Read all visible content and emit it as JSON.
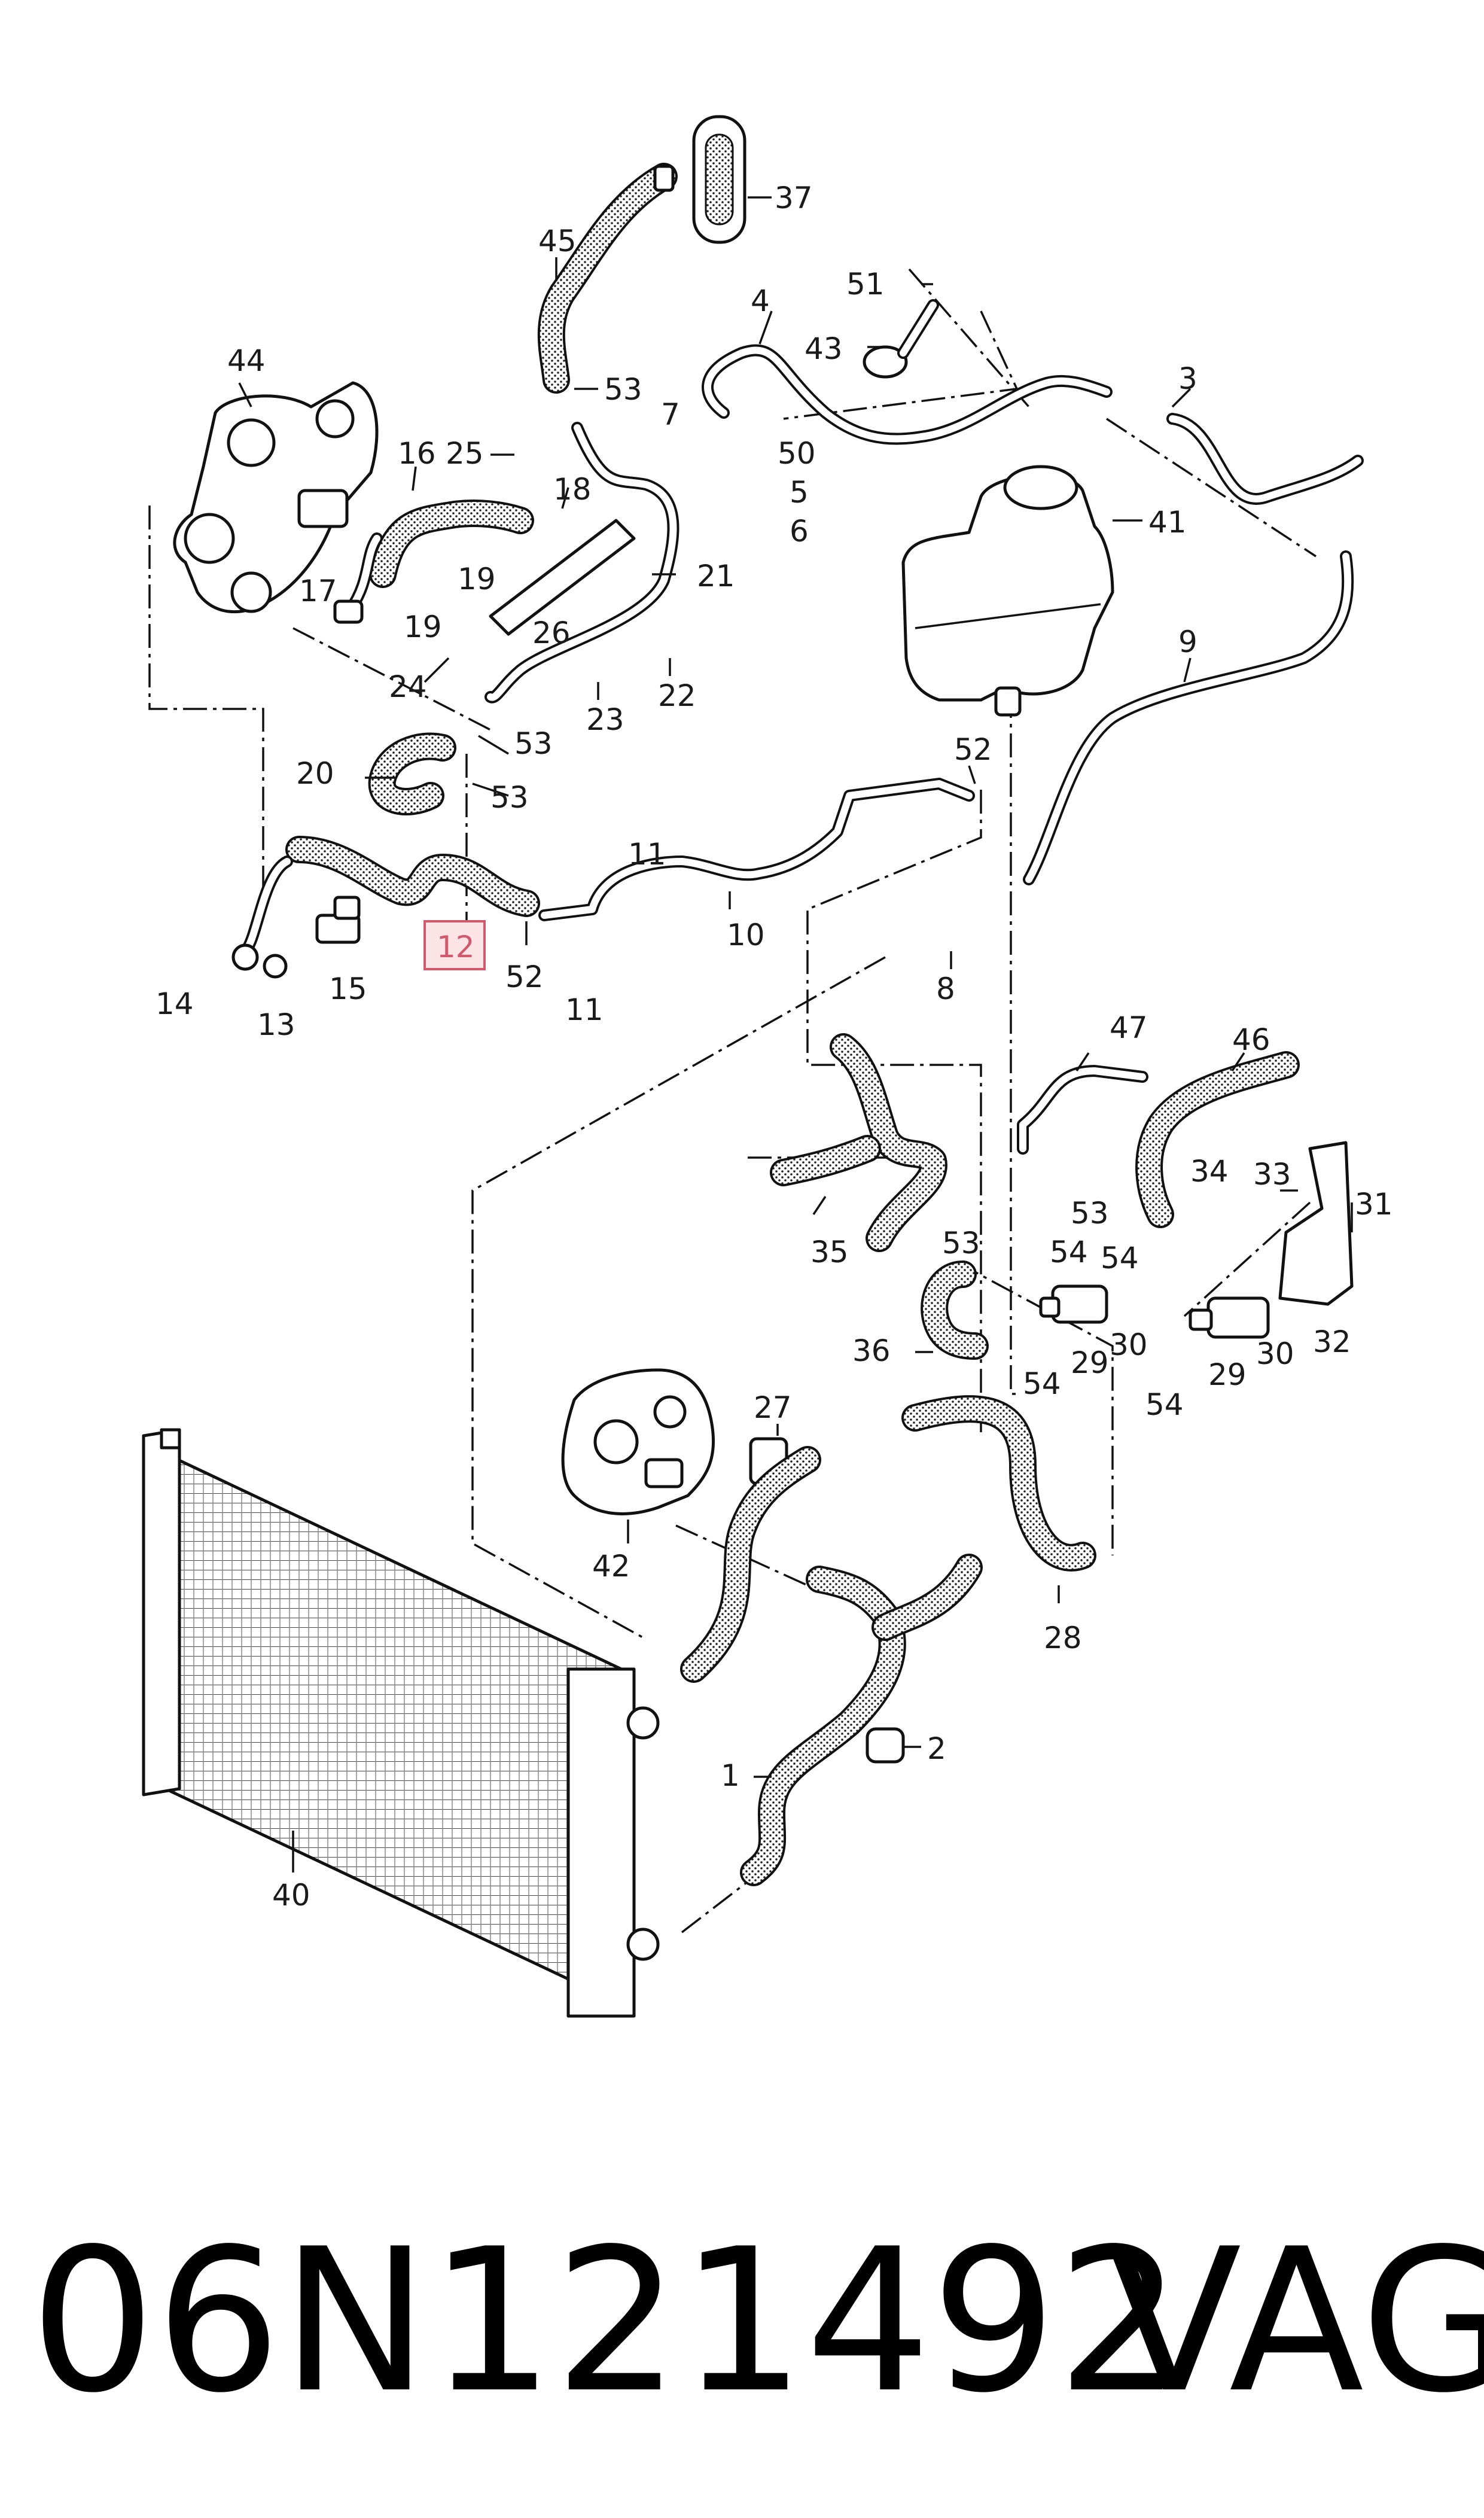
{
  "callouts": {
    "c1": "1",
    "c2": "2",
    "c3": "3",
    "c4": "4",
    "c5": "5",
    "c6": "6",
    "c7": "7",
    "c8": "8",
    "c9": "9",
    "c10": "10",
    "c11a": "11",
    "c11b": "11",
    "c12": "12",
    "c13": "13",
    "c14": "14",
    "c15": "15",
    "c16": "16",
    "c17": "17",
    "c18": "18",
    "c19a": "19",
    "c19b": "19",
    "c20": "20",
    "c21": "21",
    "c22": "22",
    "c23": "23",
    "c24": "24",
    "c25": "25",
    "c26": "26",
    "c27": "27",
    "c28": "28",
    "c29a": "29",
    "c29b": "29",
    "c30a": "30",
    "c30b": "30",
    "c31": "31",
    "c32": "32",
    "c33": "33",
    "c34": "34",
    "c35": "35",
    "c36": "36",
    "c37": "37",
    "c40": "40",
    "c41": "41",
    "c42": "42",
    "c43": "43",
    "c44": "44",
    "c45": "45",
    "c46": "46",
    "c47": "47",
    "c50": "50",
    "c51": "51",
    "c52a": "52",
    "c52b": "52",
    "c53a": "53",
    "c53b": "53",
    "c53c": "53",
    "c53d": "53",
    "c53e": "53",
    "c54a": "54",
    "c54b": "54",
    "c54c": "54",
    "c54d": "54"
  },
  "highlight": {
    "label": "12",
    "color": "#d05a6c",
    "fill": "#fbe3e6"
  },
  "footer": {
    "part_number": "06N121492",
    "brand": "VAG"
  }
}
